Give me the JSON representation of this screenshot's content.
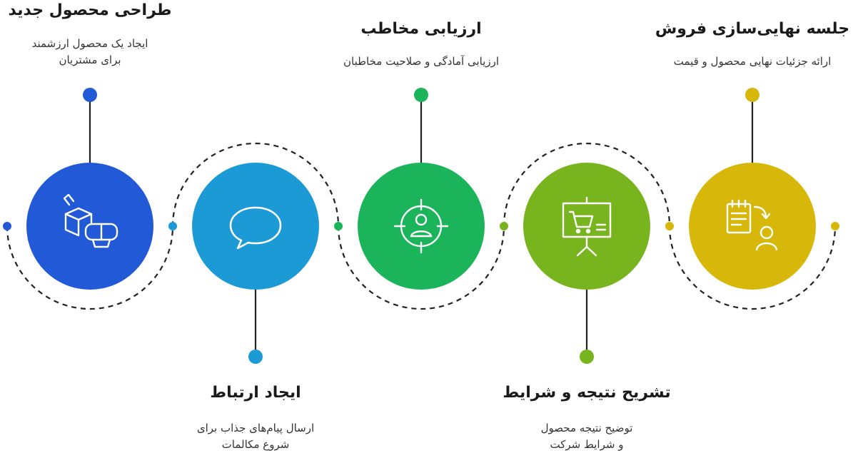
{
  "colors": {
    "step1": "#2259d6",
    "step2": "#1c9ad6",
    "step3": "#1bb45a",
    "step4": "#78b41e",
    "step5": "#d7b70a",
    "line": "#222222",
    "icon": "#ffffff"
  },
  "steps": [
    {
      "title": "طراحی محصول جدید",
      "desc": [
        "ایجاد یک محصول ارزشمند",
        "برای مشتریان"
      ],
      "icon": "vr-headset-box-icon"
    },
    {
      "title": "ایجاد ارتباط",
      "desc": [
        "ارسال پیام‌های جذاب برای",
        "شروع مکالمات"
      ],
      "icon": "speech-bubble-icon"
    },
    {
      "title": "ارزیابی مخاطب",
      "desc": [
        "ارزیابی آمادگی و صلاحیت مخاطبان"
      ],
      "icon": "target-person-icon"
    },
    {
      "title": "تشریح نتیجه و شرایط",
      "desc": [
        "توضیح نتیجه محصول",
        "و شرایط شرکت"
      ],
      "icon": "presentation-cart-icon"
    },
    {
      "title": "جلسه نهایی‌سازی فروش",
      "desc": [
        "ارائه جزئیات نهایی محصول و قیمت"
      ],
      "icon": "checklist-person-icon"
    }
  ]
}
